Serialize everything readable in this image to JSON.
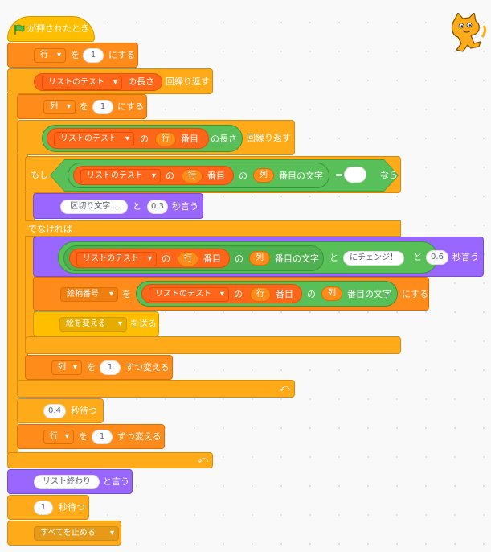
{
  "colors": {
    "control": "#FFAB19",
    "events": "#FFBF00",
    "variables": "#FF8C1A",
    "lists": "#FF661A",
    "operators": "#59C059",
    "looks": "#9966FF"
  },
  "icons": {
    "green_flag": "green-flag-icon",
    "sprite": "scratch-cat-sprite",
    "loop_arrow": "loop-arrow-icon",
    "dropdown": "dropdown-arrow-icon"
  },
  "hat": {
    "label": "が押されたとき"
  },
  "set_row": {
    "var": "行",
    "to": "を",
    "value": "1",
    "suffix": "にする"
  },
  "repeat_outer": {
    "list": "リストのテスト",
    "of": "の長さ",
    "suffix": "回繰り返す"
  },
  "set_col": {
    "var": "列",
    "to": "を",
    "value": "1",
    "suffix": "にする"
  },
  "repeat_inner": {
    "list": "リストのテスト",
    "of": "の",
    "row": "行",
    "item": "番目",
    "length": "の長さ",
    "suffix": "回繰り返す"
  },
  "if_block": {
    "if": "もし",
    "cond": {
      "list": "リストのテスト",
      "of": "の",
      "row": "行",
      "item": "番目",
      "of2": "の",
      "col": "列",
      "letter": "番目の文字",
      "eq": "=",
      "rhs": ""
    },
    "then": "なら",
    "else": "でなければ"
  },
  "say1": {
    "msg": "区切り文字...",
    "and": "と",
    "secs": "0.3",
    "suffix": "秒言う"
  },
  "say2": {
    "list": "リストのテスト",
    "of": "の",
    "row": "行",
    "item": "番目",
    "of2": "の",
    "col": "列",
    "letter": "番目の文字",
    "and": "と",
    "join": "にチェンジ！",
    "and2": "と",
    "secs": "0.6",
    "suffix": "秒言う"
  },
  "set_costume_var": {
    "var": "絵柄番号",
    "to": "を",
    "list": "リストのテスト",
    "of": "の",
    "row": "行",
    "item": "番目",
    "of2": "の",
    "col": "列",
    "letter": "番目の文字",
    "suffix": "にする"
  },
  "broadcast": {
    "msg": "絵を変える",
    "suffix": "を送る"
  },
  "change_col": {
    "var": "列",
    "to": "を",
    "value": "1",
    "suffix": "ずつ変える"
  },
  "wait1": {
    "secs": "0.4",
    "suffix": "秒待つ"
  },
  "change_row": {
    "var": "行",
    "to": "を",
    "value": "1",
    "suffix": "ずつ変える"
  },
  "say_end": {
    "msg": "リスト終わり",
    "suffix": "と言う"
  },
  "wait2": {
    "secs": "1",
    "suffix": "秒待つ"
  },
  "stop": {
    "option": "すべてを止める"
  }
}
